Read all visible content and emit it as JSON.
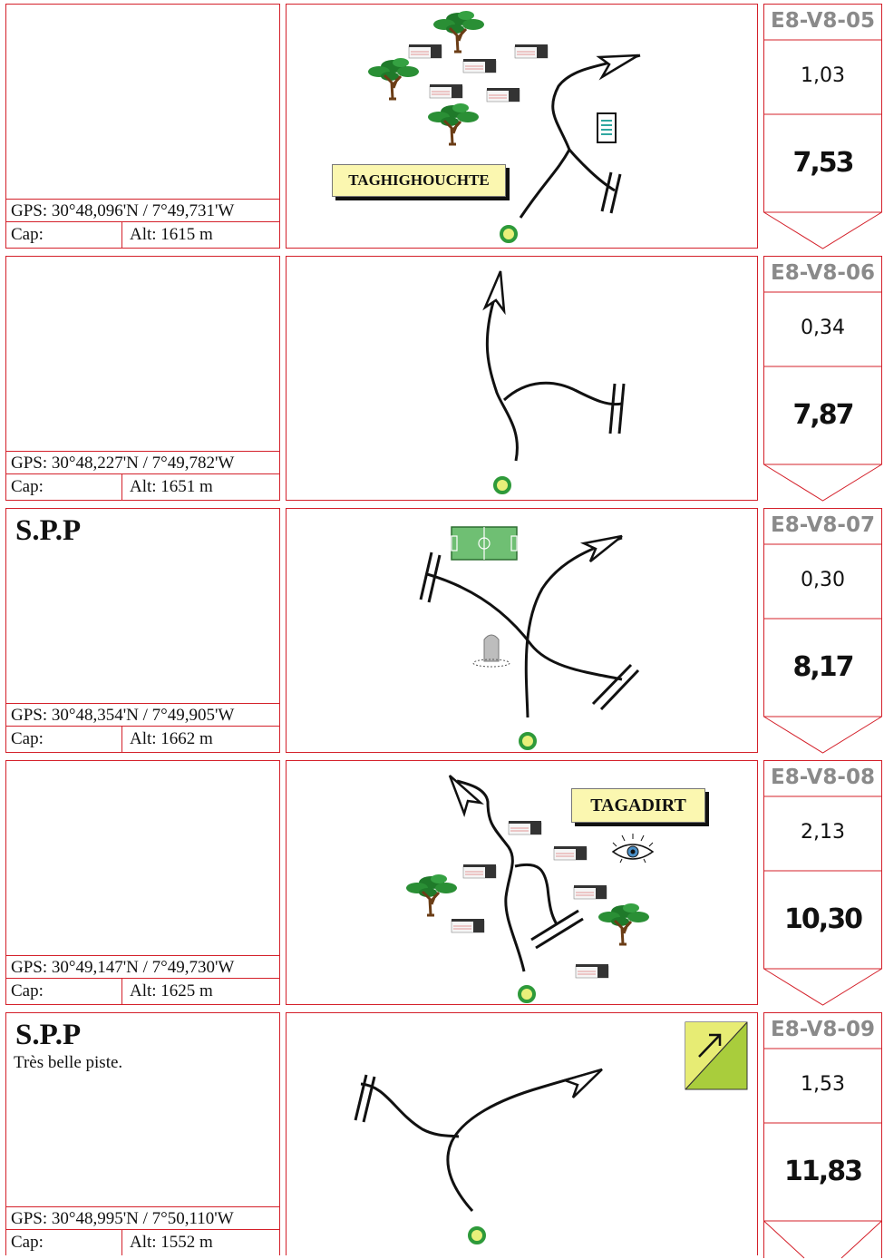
{
  "colors": {
    "border": "#d4202a",
    "code": "#8a8a8a",
    "start_circle": "#2e9a3a",
    "label_bg": "#fbf7b0"
  },
  "rows": [
    {
      "heading": "",
      "note": "",
      "gps": "GPS: 30°48,096'N / 7°49,731'W",
      "cap": "Cap:",
      "alt": "Alt: 1615 m",
      "code": "E8-V8-05",
      "partial": "1,03",
      "total": "7,53",
      "place_label": "TAGHIGHOUCHTE",
      "icons": [
        "tree-icon",
        "house-icon",
        "telephone-icon",
        "crossroad-icon",
        "start-icon"
      ]
    },
    {
      "heading": "",
      "note": "",
      "gps": "GPS: 30°48,227'N / 7°49,782'W",
      "cap": "Cap:",
      "alt": "Alt: 1651 m",
      "code": "E8-V8-06",
      "partial": "0,34",
      "total": "7,87",
      "icons": [
        "crossroad-icon",
        "start-icon"
      ]
    },
    {
      "heading": "S.P.P",
      "note": "",
      "gps": "GPS: 30°48,354'N / 7°49,905'W",
      "cap": "Cap:",
      "alt": "Alt: 1662 m",
      "code": "E8-V8-07",
      "partial": "0,30",
      "total": "8,17",
      "icons": [
        "football-field-icon",
        "milestone-icon",
        "crossroad-icon",
        "start-icon"
      ]
    },
    {
      "heading": "",
      "note": "",
      "gps": "GPS: 30°49,147'N / 7°49,730'W",
      "cap": "Cap:",
      "alt": "Alt: 1625 m",
      "code": "E8-V8-08",
      "partial": "2,13",
      "total": "10,30",
      "place_label": "TAGADIRT",
      "icons": [
        "tree-icon",
        "house-icon",
        "eye-icon",
        "crossroad-icon",
        "start-icon"
      ]
    },
    {
      "heading": "S.P.P",
      "note": "Très belle piste.",
      "gps": "GPS: 30°48,995'N / 7°50,110'W",
      "cap": "Cap:",
      "alt": "Alt: 1552 m",
      "code": "E8-V8-09",
      "partial": "1,53",
      "total": "11,83",
      "icons": [
        "direction-sign-icon",
        "crossroad-icon",
        "start-icon"
      ]
    }
  ]
}
